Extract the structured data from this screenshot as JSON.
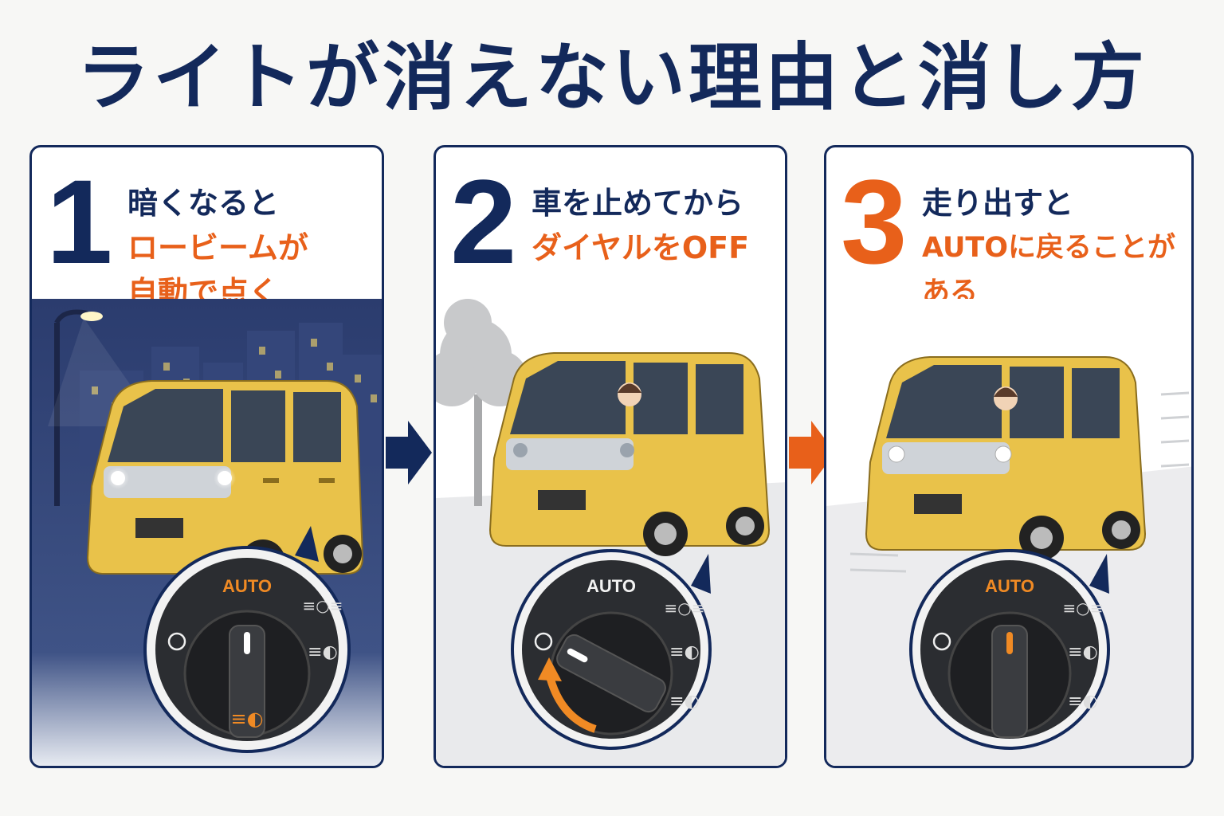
{
  "title": "ライトが消えない理由と消し方",
  "steps": [
    {
      "number": "1",
      "line1": "暗くなると",
      "line2": "ロービームが",
      "line3": "自動で点く",
      "knob_label": "AUTO"
    },
    {
      "number": "2",
      "line1": "車を止めてから",
      "line2": "ダイヤルをOFF",
      "knob_label": "AUTO"
    },
    {
      "number": "3",
      "line1": "走り出すと",
      "line2": "AUTOに戻ることがある",
      "knob_label": "AUTO"
    }
  ],
  "colors": {
    "navy": "#13295b",
    "orange": "#e8601a",
    "car_yellow": "#e9c24a",
    "night": "#2a3a6b"
  }
}
